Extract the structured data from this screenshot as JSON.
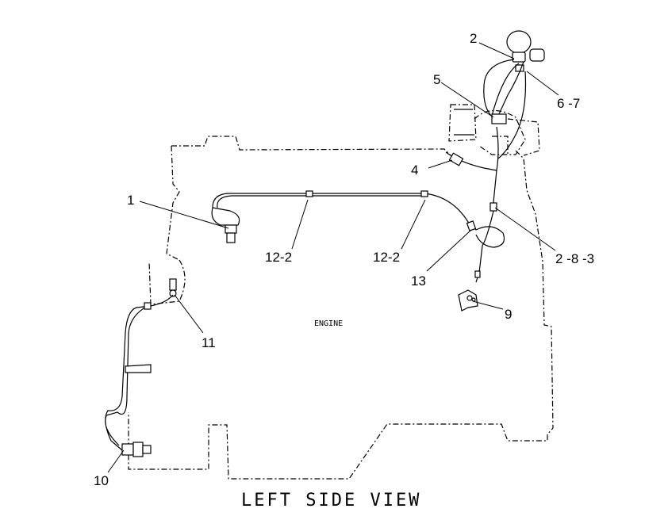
{
  "diagram": {
    "view_title": "LEFT SIDE VIEW",
    "engine_label": "ENGINE",
    "callouts": {
      "c1": "1",
      "c2": "2",
      "c4": "4",
      "c5": "5",
      "c67": "6 -7",
      "c122a": "12-2",
      "c122b": "12-2",
      "c13": "13",
      "c283": "2 -8 -3",
      "c9": "9",
      "c11": "11",
      "c10": "10"
    }
  }
}
